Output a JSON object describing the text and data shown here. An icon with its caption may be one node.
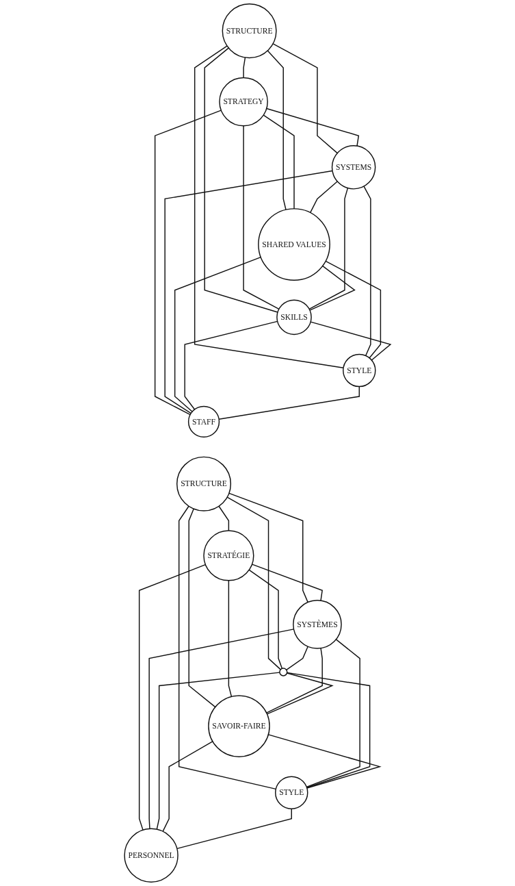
{
  "diagram": {
    "nodes": [
      {
        "text": [
          "STRUCTURE"
        ]
      },
      {
        "text": [
          "STRATEGY"
        ]
      },
      {
        "text": [
          "SYSTEMS"
        ]
      },
      {
        "text": [
          "SHARED VALUES"
        ]
      },
      {
        "text": [
          "SKILLS"
        ]
      },
      {
        "text": [
          "STYLE"
        ]
      },
      {
        "text": [
          "STAFF"
        ]
      },
      {
        "text": [
          "STRUCTURE"
        ]
      },
      {
        "text": [
          "STRATÉGIE"
        ]
      },
      {
        "text": [
          "SYSTÈMES"
        ]
      },
      {
        "text": [],
        "shape": "circle"
      },
      {
        "text": [
          "SAVOIR-FAIRE"
        ]
      },
      {
        "text": [
          "STYLE"
        ]
      },
      {
        "text": [
          "PERSONNEL"
        ]
      }
    ],
    "edges": [
      {
        "from": 0,
        "to": 1,
        "arrow": "none"
      },
      {
        "from": 0,
        "to": 2,
        "arrow": "none"
      },
      {
        "from": 1,
        "to": 2,
        "arrow": "none"
      },
      {
        "from": 0,
        "to": 3,
        "arrow": "none"
      },
      {
        "from": 0,
        "to": 4,
        "arrow": "none"
      },
      {
        "from": 0,
        "to": 5,
        "arrow": "none"
      },
      {
        "from": 1,
        "to": 3,
        "arrow": "none"
      },
      {
        "from": 1,
        "to": 4,
        "arrow": "none"
      },
      {
        "from": 1,
        "to": 6,
        "arrow": "none"
      },
      {
        "from": 2,
        "to": 3,
        "arrow": "none"
      },
      {
        "from": 2,
        "to": 5,
        "arrow": "none"
      },
      {
        "from": 2,
        "to": 4,
        "arrow": "none"
      },
      {
        "from": 2,
        "to": 6,
        "arrow": "none"
      },
      {
        "from": 3,
        "to": 4,
        "arrow": "none"
      },
      {
        "from": 3,
        "to": 5,
        "arrow": "none"
      },
      {
        "from": 3,
        "to": 6,
        "arrow": "none"
      },
      {
        "from": 4,
        "to": 5,
        "arrow": "none"
      },
      {
        "from": 4,
        "to": 6,
        "arrow": "none"
      },
      {
        "from": 5,
        "to": 6,
        "arrow": "none"
      },
      {
        "from": 7,
        "to": 8,
        "arrow": "none"
      },
      {
        "from": 7,
        "to": 9,
        "arrow": "none"
      },
      {
        "from": 8,
        "to": 9,
        "arrow": "none"
      },
      {
        "from": 7,
        "to": 10,
        "arrow": "none"
      },
      {
        "from": 7,
        "to": 11,
        "arrow": "none"
      },
      {
        "from": 7,
        "to": 12,
        "arrow": "none"
      },
      {
        "from": 8,
        "to": 10,
        "arrow": "none"
      },
      {
        "from": 8,
        "to": 11,
        "arrow": "none"
      },
      {
        "from": 8,
        "to": 13,
        "arrow": "none"
      },
      {
        "from": 9,
        "to": 10,
        "arrow": "none"
      },
      {
        "from": 9,
        "to": 12,
        "arrow": "none"
      },
      {
        "from": 9,
        "to": 11,
        "arrow": "none"
      },
      {
        "from": 9,
        "to": 13,
        "arrow": "none"
      },
      {
        "from": 10,
        "to": 11,
        "arrow": "none"
      },
      {
        "from": 10,
        "to": 12,
        "arrow": "none"
      },
      {
        "from": 10,
        "to": 13,
        "arrow": "none"
      },
      {
        "from": 11,
        "to": 12,
        "arrow": "none"
      },
      {
        "from": 11,
        "to": 13,
        "arrow": "none"
      },
      {
        "from": 12,
        "to": 13,
        "arrow": "none"
      }
    ]
  }
}
